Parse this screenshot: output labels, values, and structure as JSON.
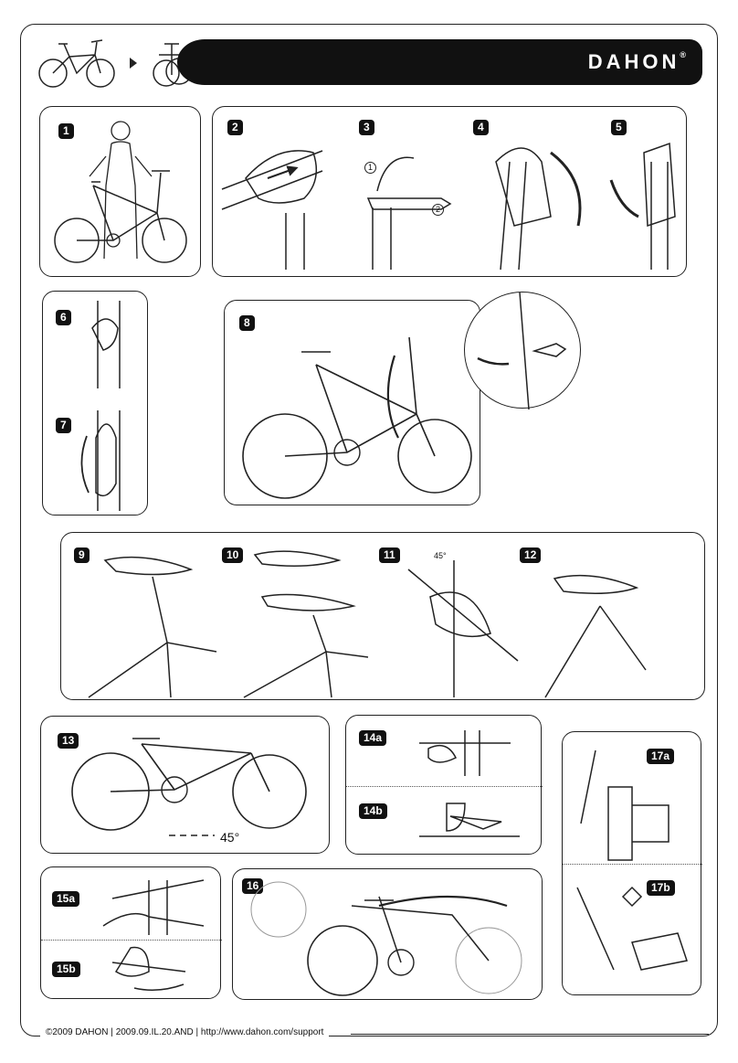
{
  "header": {
    "brand": "DAHON",
    "registered": "®"
  },
  "steps": [
    "1",
    "2",
    "3",
    "4",
    "5",
    "6",
    "7",
    "8",
    "9",
    "10",
    "11",
    "12",
    "13",
    "14a",
    "14b",
    "15a",
    "15b",
    "16",
    "17a",
    "17b"
  ],
  "annotations": {
    "angle_large": "45°",
    "angle_small": "45°",
    "circle_one": "1",
    "circle_two": "2"
  },
  "footer": {
    "copyright": "©2009 DAHON",
    "code": "2009.09.IL.20.AND",
    "url": "http://www.dahon.com/support",
    "sep": "|"
  },
  "colors": {
    "ink": "#111111",
    "paper": "#ffffff"
  }
}
